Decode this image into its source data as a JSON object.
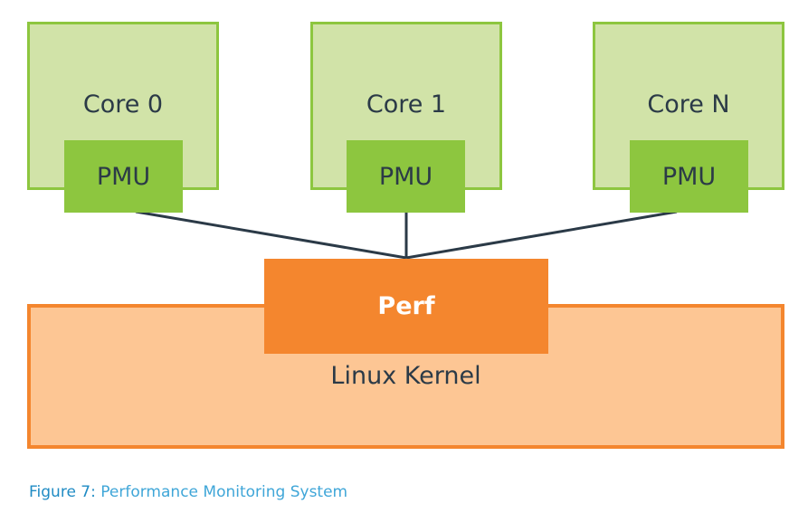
{
  "diagram": {
    "cores": [
      {
        "label": "Core 0",
        "unit_label": "PMU"
      },
      {
        "label": "Core 1",
        "unit_label": "PMU"
      },
      {
        "label": "Core N",
        "unit_label": "PMU"
      }
    ],
    "perf_label": "Perf",
    "kernel_label": "Linux Kernel",
    "connections": [
      {
        "from": "Core 0 PMU",
        "to": "Perf"
      },
      {
        "from": "Core 1 PMU",
        "to": "Perf"
      },
      {
        "from": "Core N PMU",
        "to": "Perf"
      }
    ],
    "colors": {
      "core_fill": "#D1E3A8",
      "core_border": "#8DC63F",
      "pmu_fill": "#8DC63F",
      "perf_fill": "#F4862E",
      "kernel_fill": "#FDC694",
      "kernel_border": "#F4862E",
      "text": "#2B3A47",
      "connector": "#2B3A47",
      "caption": "#3FA6D8"
    }
  },
  "caption": {
    "figure_number": "Figure 7:",
    "title": "Performance Monitoring System"
  }
}
